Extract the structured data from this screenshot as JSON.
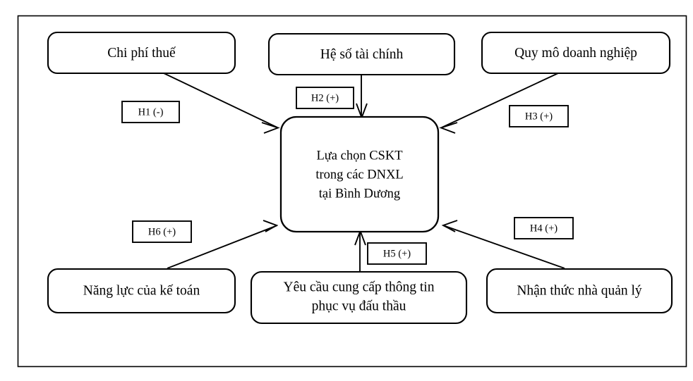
{
  "diagram": {
    "type": "conceptual-research-model",
    "frame": {
      "label": "outer-border"
    },
    "center_node": {
      "id": "center",
      "lines": [
        "Lựa chọn CSKT",
        "trong các DNXL",
        "tại Bình Dương"
      ]
    },
    "factor_nodes": [
      {
        "id": "tax-cost",
        "lines": [
          "Chi phí thuế"
        ],
        "position": "top-left"
      },
      {
        "id": "financial-ratio",
        "lines": [
          "Hệ số tài chính"
        ],
        "position": "top-center"
      },
      {
        "id": "firm-size",
        "lines": [
          "Quy mô doanh nghiệp"
        ],
        "position": "top-right"
      },
      {
        "id": "accountant-capacity",
        "lines": [
          "Năng lực của kế toán"
        ],
        "position": "bottom-left"
      },
      {
        "id": "bidding-info-requirement",
        "lines": [
          "Yêu cầu cung cấp thông tin",
          "phục vụ đấu thầu"
        ],
        "position": "bottom-center"
      },
      {
        "id": "manager-awareness",
        "lines": [
          "Nhận thức nhà quản lý"
        ],
        "position": "bottom-right"
      }
    ],
    "hypotheses": [
      {
        "id": "h1",
        "label": "H1 (-)",
        "from": "tax-cost",
        "to": "center",
        "sign": "-"
      },
      {
        "id": "h2",
        "label": "H2 (+)",
        "from": "financial-ratio",
        "to": "center",
        "sign": "+"
      },
      {
        "id": "h3",
        "label": "H3 (+)",
        "from": "firm-size",
        "to": "center",
        "sign": "+"
      },
      {
        "id": "h4",
        "label": "H4 (+)",
        "from": "manager-awareness",
        "to": "center",
        "sign": "+"
      },
      {
        "id": "h5",
        "label": "H5 (+)",
        "from": "bidding-info-requirement",
        "to": "center",
        "sign": "+"
      },
      {
        "id": "h6",
        "label": "H6 (+)",
        "from": "accountant-capacity",
        "to": "center",
        "sign": "+"
      }
    ],
    "colors": {
      "stroke": "#000000",
      "fill": "#ffffff",
      "text": "#000000"
    }
  }
}
